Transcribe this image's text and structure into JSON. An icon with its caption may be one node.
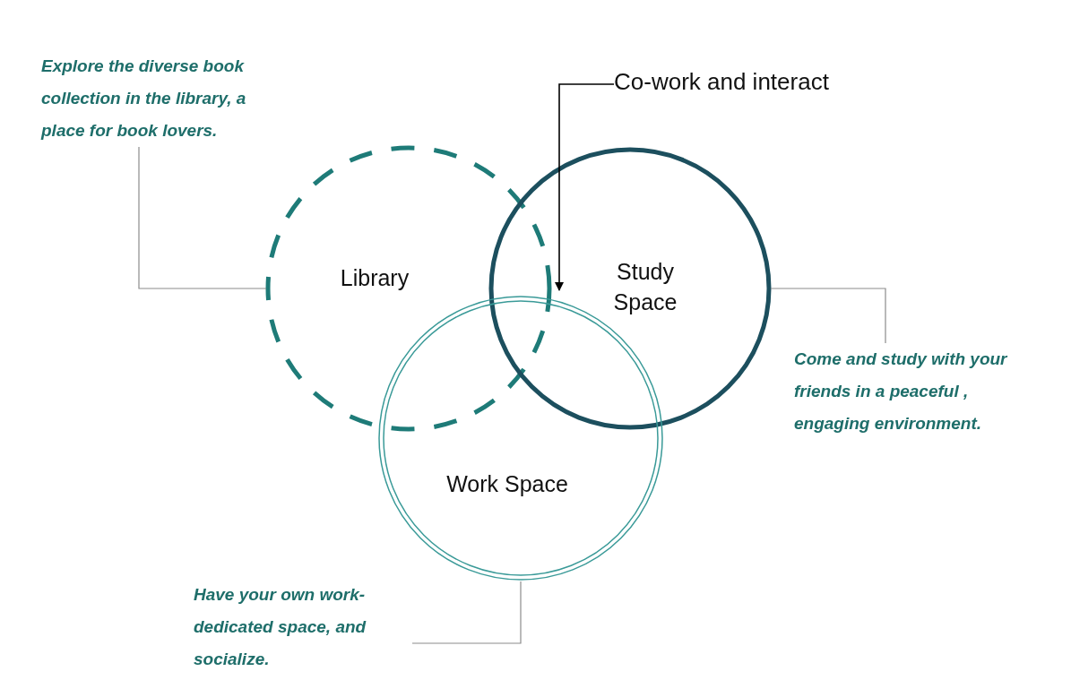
{
  "diagram": {
    "nodes": [
      {
        "text": [
          "Library"
        ]
      },
      {
        "text": [
          "Study Space"
        ]
      },
      {
        "text": [
          "Work Space"
        ]
      },
      {
        "text": [
          "Explore the diverse book collection in the library, a place for book lovers."
        ]
      },
      {
        "text": [
          "Co-work and interact"
        ]
      },
      {
        "text": [
          "Come and study with your friends in a peaceful , engaging environment."
        ]
      },
      {
        "text": [
          "Have your own work-dedicated space, and socialize."
        ]
      }
    ],
    "edges": [
      {
        "from": 3,
        "to": 0,
        "arrow": "none"
      },
      {
        "from": 4,
        "to": 1,
        "arrow": "to",
        "color": "#000000"
      },
      {
        "from": 1,
        "to": 5,
        "arrow": "none"
      },
      {
        "from": 2,
        "to": 6,
        "arrow": "none"
      }
    ]
  }
}
